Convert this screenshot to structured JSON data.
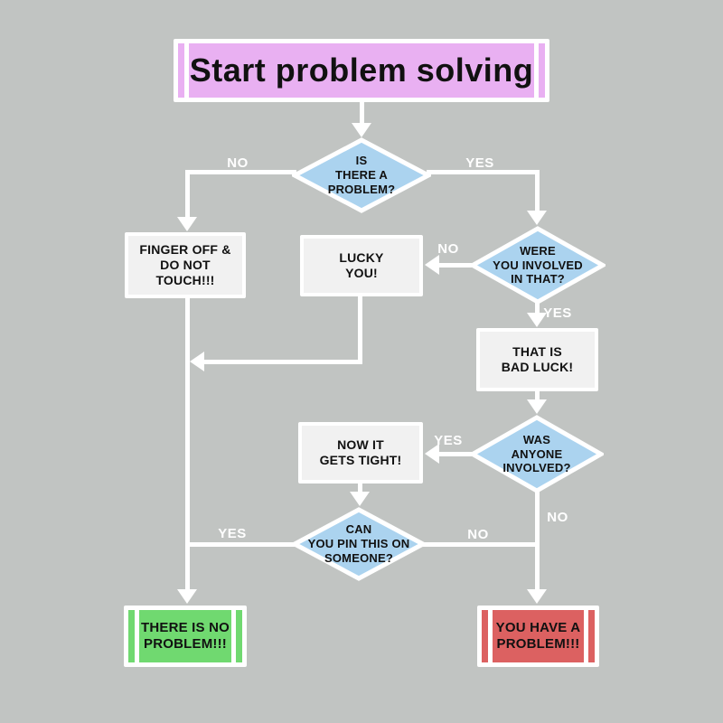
{
  "title": {
    "label": "Start problem solving"
  },
  "nodes": {
    "q_problem": {
      "type": "decision",
      "label": "IS\nTHERE A\nPROBLEM?"
    },
    "finger_off": {
      "type": "process",
      "label": "FINGER OFF &\nDO NOT\nTOUCH!!!"
    },
    "lucky_you": {
      "type": "process",
      "label": "LUCKY\nYOU!"
    },
    "q_involved": {
      "type": "decision",
      "label": "WERE\nYOU INVOLVED\nIN THAT?"
    },
    "bad_luck": {
      "type": "process",
      "label": "THAT IS\nBAD LUCK!"
    },
    "q_anyone": {
      "type": "decision",
      "label": "WAS\nANYONE\nINVOLVED?"
    },
    "gets_tight": {
      "type": "process",
      "label": "NOW IT\nGETS TIGHT!"
    },
    "q_pin": {
      "type": "decision",
      "label": "CAN\nYOU PIN THIS ON\nSOMEONE?"
    },
    "no_problem": {
      "type": "terminal-success",
      "label": "THERE IS NO\nPROBLEM!!!"
    },
    "have_problem": {
      "type": "terminal-failure",
      "label": "YOU HAVE A\nPROBLEM!!!"
    }
  },
  "edge_labels": {
    "problem_no": "NO",
    "problem_yes": "YES",
    "involved_no": "NO",
    "involved_yes": "YES",
    "anyone_yes": "YES",
    "anyone_no": "NO",
    "pin_yes": "YES",
    "pin_no": "NO"
  },
  "colors": {
    "background": "#c1c4c2",
    "connector": "#ffffff",
    "start_fill": "#e9b0f2",
    "decision_fill": "#abd3ef",
    "process_fill": "#f1f1f1",
    "success_fill": "#70d970",
    "failure_fill": "#dc6161",
    "node_text": "#111111",
    "edge_label_text": "#ffffff"
  }
}
